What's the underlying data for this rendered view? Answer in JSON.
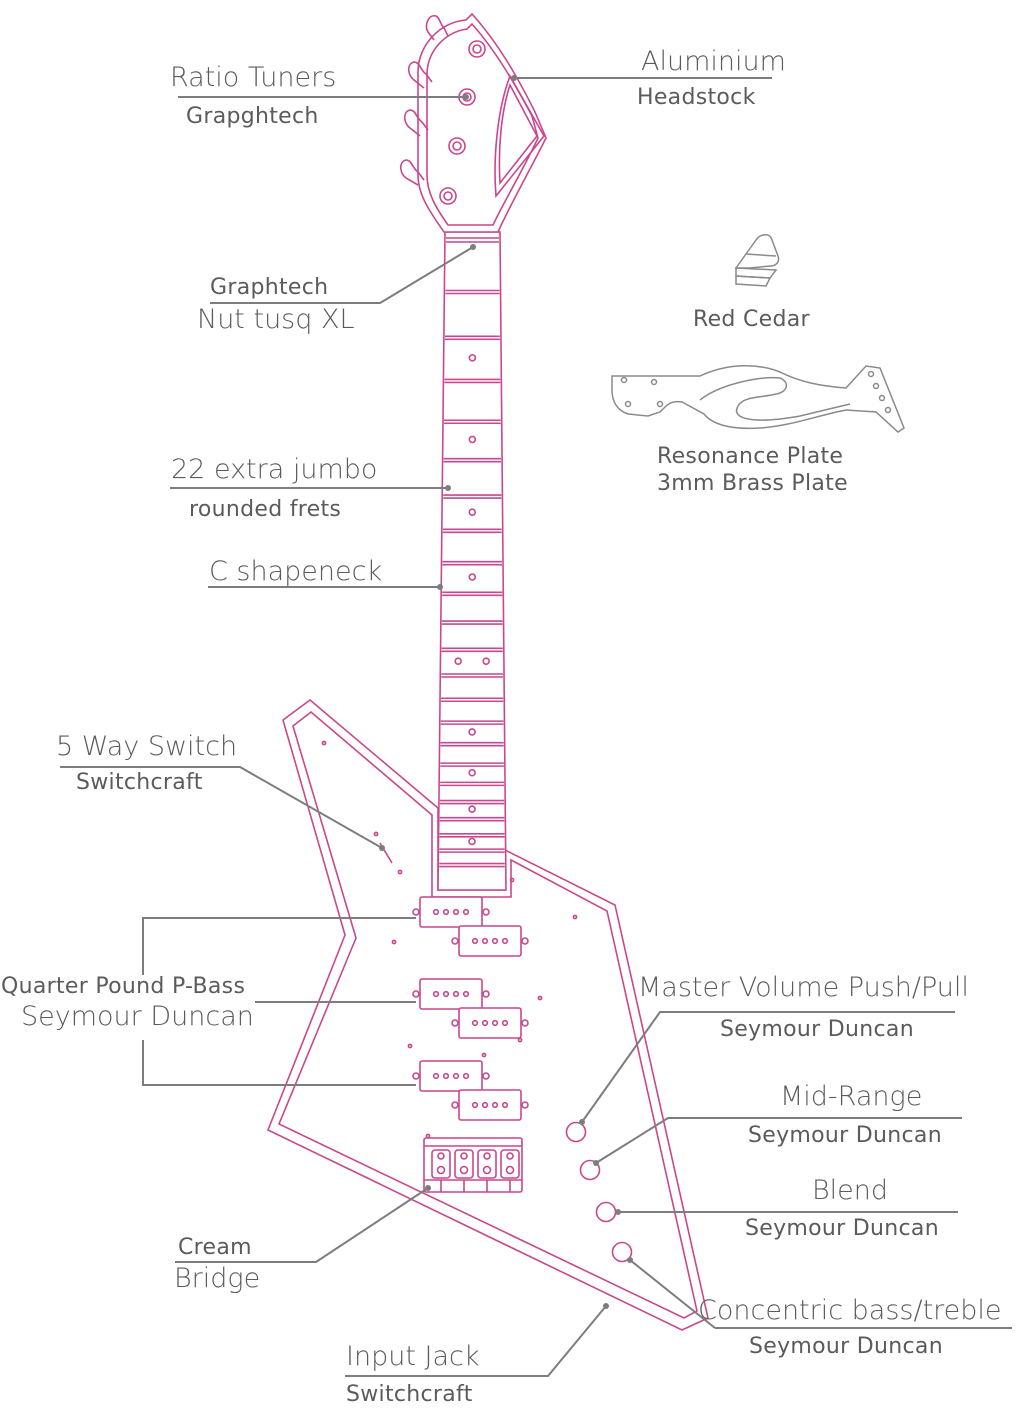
{
  "labels": {
    "tuners_title": "Ratio Tuners",
    "tuners_sub": "Grapghtech",
    "headstock_title": "Aluminium",
    "headstock_sub": "Headstock",
    "nut_sub": "Graphtech",
    "nut_title": "Nut tusq XL",
    "frets_title": "22 extra jumbo",
    "frets_sub": "rounded frets",
    "neck_title": "C shapeneck",
    "switch_title": "5 Way Switch",
    "switch_sub": "Switchcraft",
    "pickups_title": "Quarter Pound P-Bass",
    "pickups_sub": "Seymour Duncan",
    "volume_title": "Master Volume Push/Pull",
    "volume_sub": "Seymour Duncan",
    "mid_title": "Mid-Range",
    "mid_sub": "Seymour Duncan",
    "blend_title": "Blend",
    "blend_sub": "Seymour Duncan",
    "concentric_title": "Concentric bass/treble",
    "concentric_sub": "Seymour Duncan",
    "bridge_sub": "Cream",
    "bridge_title": "Bridge",
    "jack_title": "Input Jack",
    "jack_sub": "Switchcraft",
    "body_wood": "Red Cedar",
    "plate_title": "Resonance Plate",
    "plate_sub": "3mm Brass Plate"
  },
  "colors": {
    "outline": "#c9478e",
    "text": "#5b5b5b",
    "leader": "#7d7d7d"
  }
}
